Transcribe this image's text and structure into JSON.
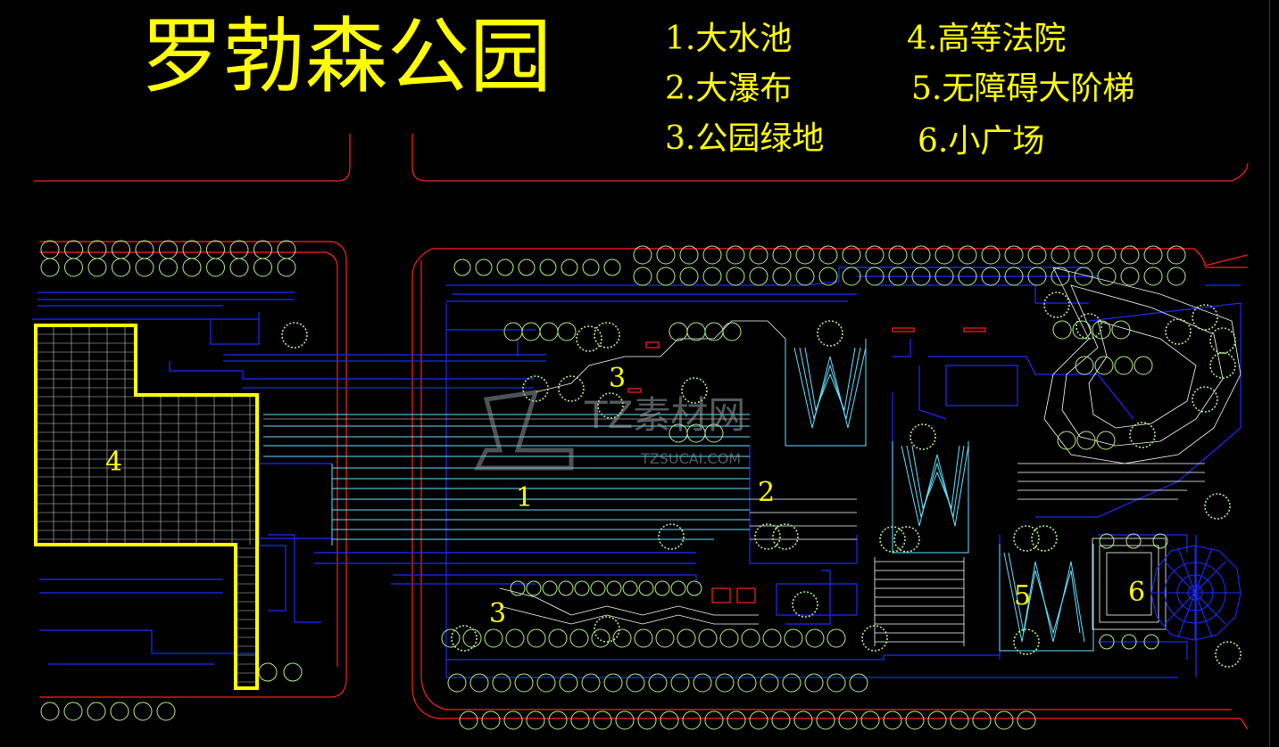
{
  "title": "罗勃森公园",
  "legend": [
    "1.大水池",
    "2.大瀑布",
    "3.公园绿地",
    "4.高等法院",
    "5.无障碍大阶梯",
    "6.小广场"
  ],
  "zones": [
    "4",
    "1",
    "2",
    "3",
    "3",
    "5",
    "6"
  ],
  "watermark": {
    "main": "TZ素材网",
    "sub": "TZSUCAI.COM"
  },
  "colors": {
    "background": "#000000",
    "label": "#ffff00",
    "street": "#ff2020",
    "structure": "#1a2cff",
    "water": "#66e0ff",
    "tree": "#b4f08c",
    "steps": "#ffffff"
  }
}
